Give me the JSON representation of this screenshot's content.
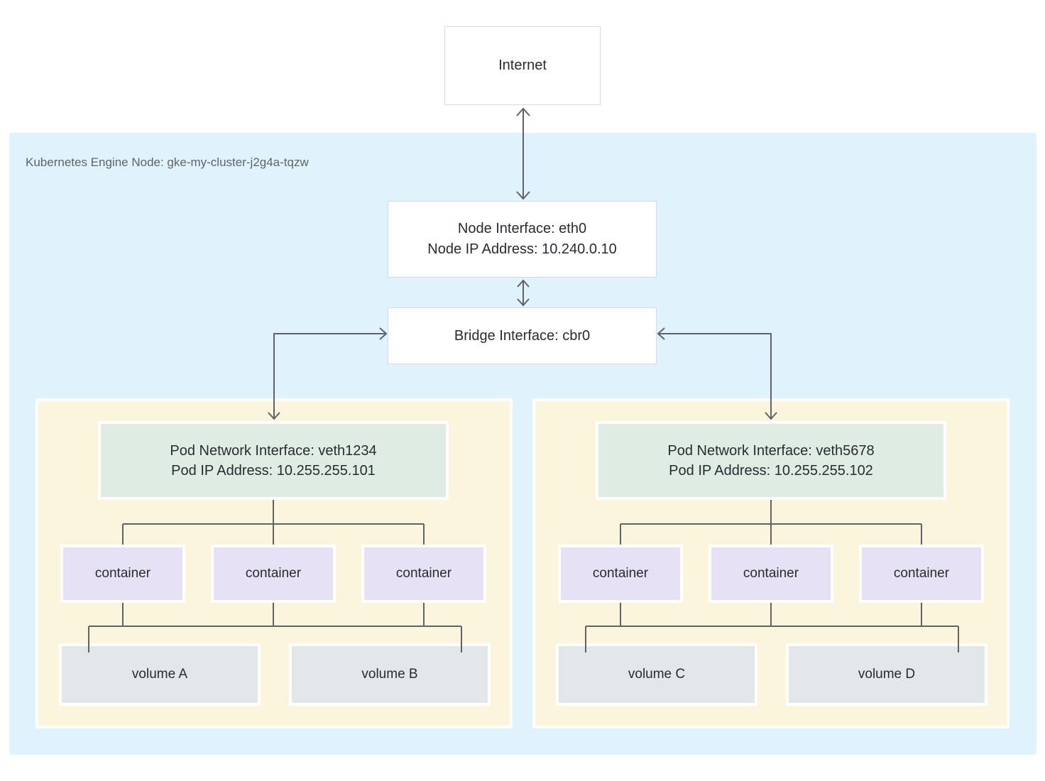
{
  "internet": {
    "label": "Internet"
  },
  "node_zone": {
    "label": "Kubernetes Engine Node: gke-my-cluster-j2g4a-tqzw"
  },
  "node_interface": {
    "line1": "Node Interface: eth0",
    "line2": "Node IP Address: 10.240.0.10"
  },
  "bridge": {
    "label": "Bridge Interface: cbr0"
  },
  "pods": [
    {
      "interface": {
        "line1": "Pod Network Interface: veth1234",
        "line2": "Pod IP Address: 10.255.255.101"
      },
      "containers": [
        "container",
        "container",
        "container"
      ],
      "volumes": [
        "volume A",
        "volume B"
      ]
    },
    {
      "interface": {
        "line1": "Pod Network Interface: veth5678",
        "line2": "Pod IP Address: 10.255.255.102"
      },
      "containers": [
        "container",
        "container",
        "container"
      ],
      "volumes": [
        "volume C",
        "volume D"
      ]
    }
  ],
  "colors": {
    "zone_blue": "#e0f3fc",
    "pod_cream": "#fcf5dd",
    "interface_green": "#dfece4",
    "container_purple": "#e7e1f5",
    "volume_gray": "#e3e7e9",
    "box_border_gray": "#d7dade",
    "connector_gray": "#5f6368",
    "text_dark": "#282c30",
    "zone_label_gray": "#5f6368"
  }
}
